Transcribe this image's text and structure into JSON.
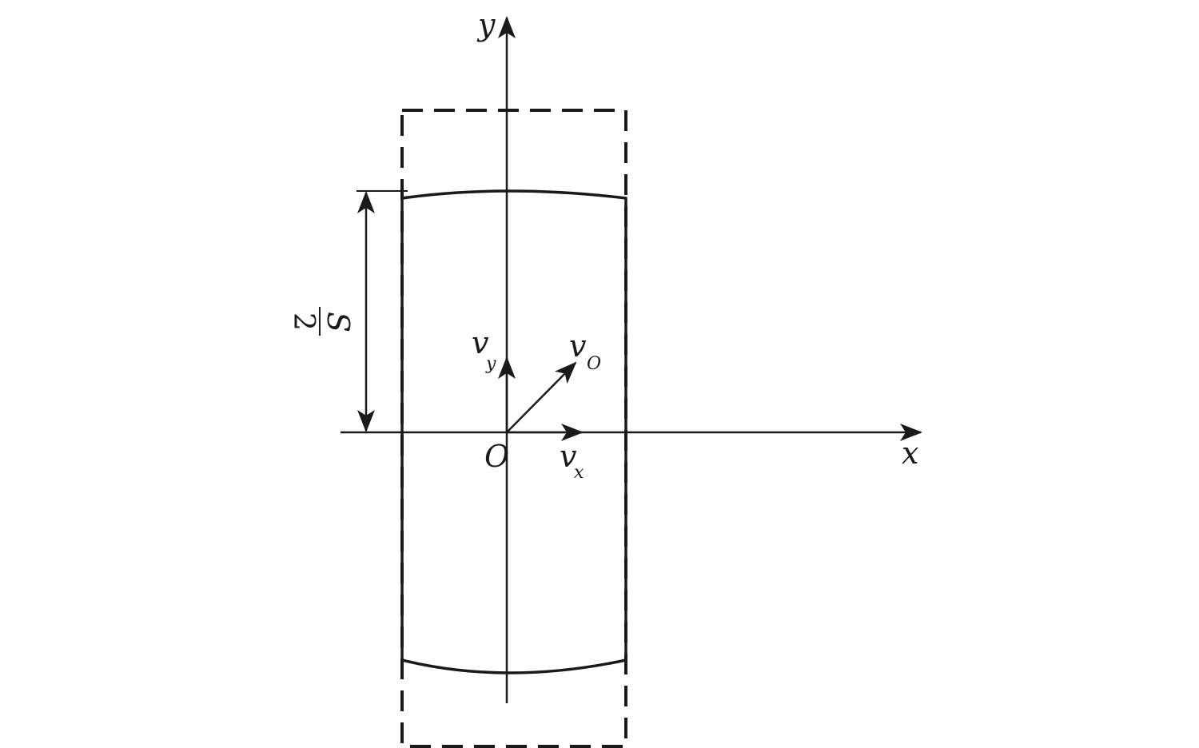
{
  "diagram": {
    "stroke_color": "#1a1a1a",
    "background": "#ffffff",
    "labels": {
      "y_axis": "y",
      "x_axis": "x",
      "origin": "O",
      "v_y_main": "v",
      "v_y_sub": "y",
      "v_o_main": "v",
      "v_o_sub": "O",
      "v_x_main": "v",
      "v_x_sub": "x",
      "dim_numerator": "S",
      "dim_denominator": "2"
    }
  }
}
